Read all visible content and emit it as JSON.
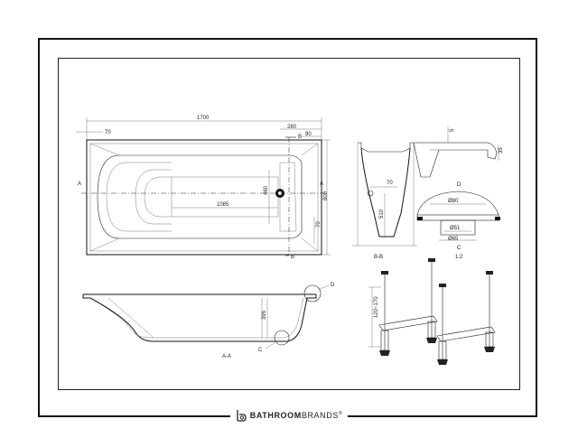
{
  "brand": {
    "name_bold": "BATHROOM",
    "name_rest": "BRANDS",
    "reg_mark": "®",
    "logo_icon": "b-logo-icon"
  },
  "plan": {
    "dim_overall_length": "1700",
    "dim_left_offset": "70",
    "dim_280": "280",
    "dim_90": "90",
    "dim_width": "800",
    "dim_460": "460",
    "dim_inner_length": "1085",
    "dim_70": "70",
    "section_a_left": "A",
    "section_a_right": "A",
    "section_b_top": "B",
    "section_b_bottom": "B"
  },
  "side_section": {
    "label": "A-A",
    "dim_depth": "395",
    "detail_c": "C",
    "detail_d": "D"
  },
  "end_section": {
    "label": "B-B",
    "dim_70": "70",
    "dim_510": "510"
  },
  "detail_d": {
    "label": "D",
    "dim_5": "5",
    "dim_35": "35"
  },
  "detail_c": {
    "label": "C",
    "scale": "1:2",
    "dim_80": "Ø80",
    "dim_51": "Ø51",
    "dim_65": "Ø65"
  },
  "legs": {
    "dim_height": "120~170"
  }
}
